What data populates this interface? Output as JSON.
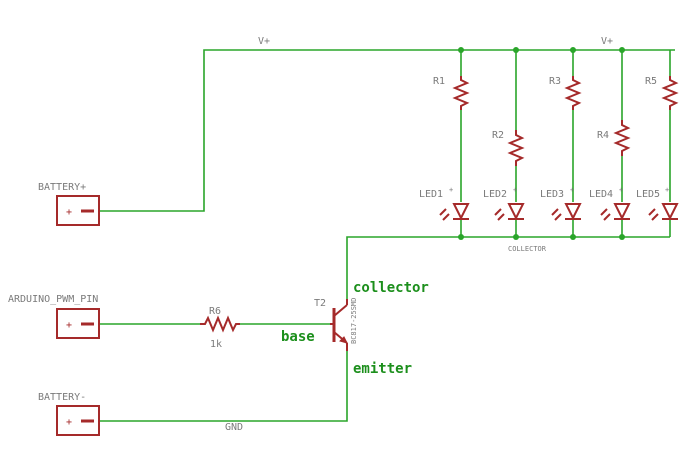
{
  "nets": {
    "vplus_left": "V+",
    "vplus_right": "V+",
    "gnd": "GND",
    "collector_net": "COLLECTOR"
  },
  "connectors": {
    "battery_plus": "BATTERY+",
    "arduino_pwm": "ARDUINO_PWM_PIN",
    "battery_minus": "BATTERY-",
    "pin_symbol": "+"
  },
  "resistors": {
    "r1": "R1",
    "r2": "R2",
    "r3": "R3",
    "r4": "R4",
    "r5": "R5",
    "r6": "R6",
    "r6_value": "1k"
  },
  "leds": {
    "led1": "LED1",
    "led2": "LED2",
    "led3": "LED3",
    "led4": "LED4",
    "led5": "LED5",
    "plus": "+"
  },
  "transistor": {
    "name": "T2",
    "part": "BC817-25SMD",
    "collector": "collector",
    "base": "base",
    "emitter": "emitter"
  },
  "colors": {
    "wire": "#2aa52a",
    "part": "#a52a2a",
    "label": "#7a7a7a",
    "big_label": "#1c8f1c"
  }
}
